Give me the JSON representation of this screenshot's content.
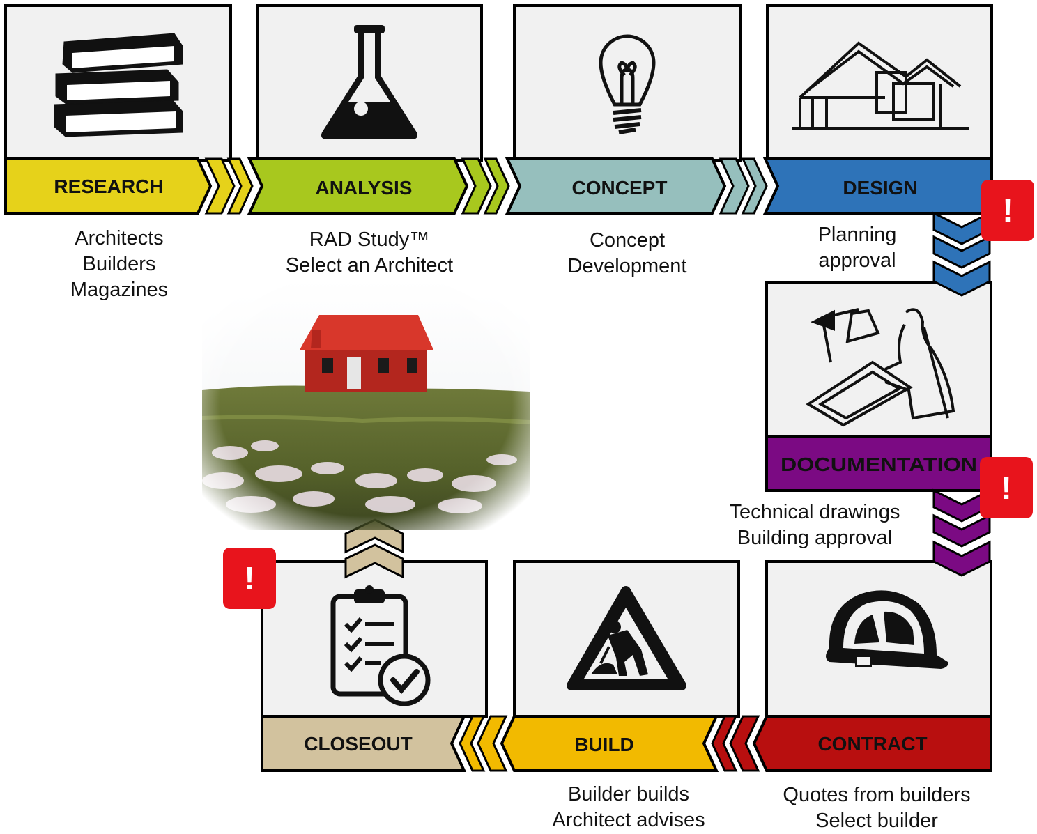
{
  "stages": [
    {
      "id": "research",
      "title": "RESEARCH",
      "color": "#E6D21A",
      "icon": "books-icon",
      "notes": [
        "Architects",
        "Builders",
        "Magazines"
      ]
    },
    {
      "id": "analysis",
      "title": "ANALYSIS",
      "color": "#A8C81E",
      "icon": "flask-icon",
      "notes": [
        "RAD Study™",
        "Select an Architect"
      ]
    },
    {
      "id": "concept",
      "title": "CONCEPT",
      "color": "#96BFBD",
      "icon": "lightbulb-icon",
      "notes": [
        "Concept",
        "Development"
      ]
    },
    {
      "id": "design",
      "title": "DESIGN",
      "color": "#2E73B8",
      "icon": "house-sketch-icon",
      "notes": [
        "Planning",
        "approval"
      ]
    },
    {
      "id": "documentation",
      "title": "DOCUMENTATION",
      "color": "#7B0A83",
      "icon": "drafting-table-icon",
      "notes": [
        "Technical drawings",
        "Building approval"
      ]
    },
    {
      "id": "contract",
      "title": "CONTRACT",
      "color": "#B80F0F",
      "icon": "hard-hat-icon",
      "notes": [
        "Quotes from builders",
        "Select builder"
      ]
    },
    {
      "id": "build",
      "title": "BUILD",
      "color": "#F2BA00",
      "icon": "roadwork-sign-icon",
      "notes": [
        "Builder builds",
        "Architect advises"
      ]
    },
    {
      "id": "closeout",
      "title": "CLOSEOUT",
      "color": "#D2C29E",
      "icon": "checklist-icon",
      "notes": []
    }
  ],
  "alert_marker": "!",
  "alert_color": "#E8141C",
  "final_image": "house-on-hill-photo"
}
